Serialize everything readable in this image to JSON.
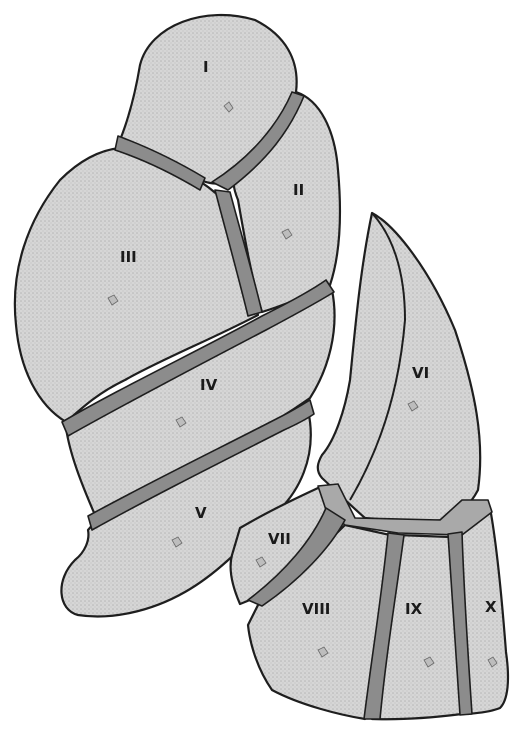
{
  "figure": {
    "segments": [
      {
        "id": "I",
        "label": "I"
      },
      {
        "id": "II",
        "label": "II"
      },
      {
        "id": "III",
        "label": "III"
      },
      {
        "id": "IV",
        "label": "IV"
      },
      {
        "id": "V",
        "label": "V"
      },
      {
        "id": "VI",
        "label": "VI"
      },
      {
        "id": "VII",
        "label": "VII"
      },
      {
        "id": "VIII",
        "label": "VIII"
      },
      {
        "id": "IX",
        "label": "IX"
      },
      {
        "id": "X",
        "label": "X"
      }
    ],
    "colors": {
      "segment_fill": "#d4d4d4",
      "septum_fill": "#8c8c8c",
      "outline": "#1e1e1e"
    }
  }
}
